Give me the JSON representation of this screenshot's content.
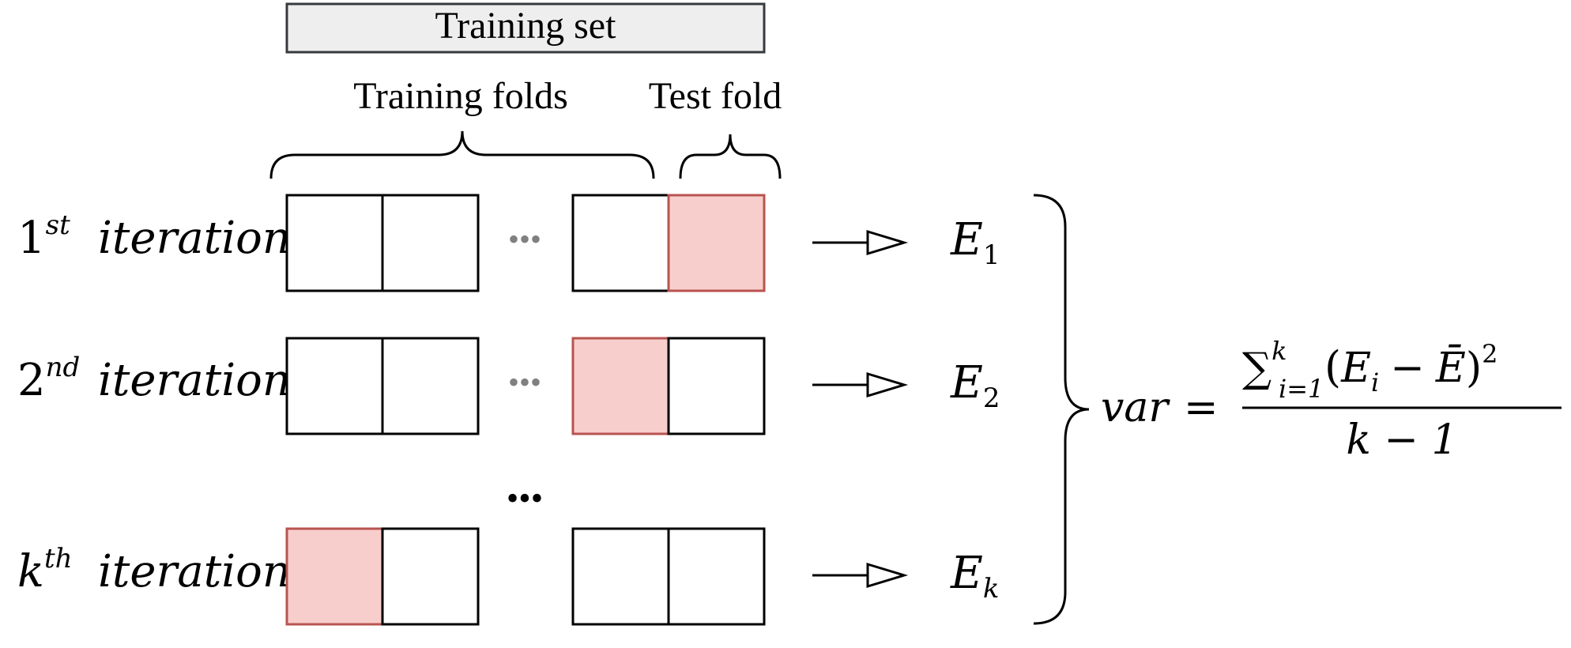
{
  "header": {
    "training_set": "Training set",
    "training_folds": "Training folds",
    "test_fold": "Test fold"
  },
  "iterations": [
    {
      "ordinal": "1",
      "suffix": "st",
      "word": "iteration",
      "error_base": "E",
      "error_sub": "1",
      "test_fold_index": 4
    },
    {
      "ordinal": "2",
      "suffix": "nd",
      "word": "iteration",
      "error_base": "E",
      "error_sub": "2",
      "test_fold_index": 3
    },
    {
      "ordinal": "k",
      "suffix": "th",
      "word": "iteration",
      "error_base": "E",
      "error_sub": "k",
      "test_fold_index": 1
    }
  ],
  "ellipsis": "•••",
  "formula": {
    "lhs": "var",
    "equals": "=",
    "sum_symbol": "∑",
    "sum_upper": "k",
    "sum_lower": "i=1",
    "open_paren": "(",
    "term_base": "E",
    "term_sub": "i",
    "minus": "−",
    "mean_symbol": "Ē",
    "close_paren": ")",
    "power": "2",
    "denominator": "k − 1"
  },
  "colors": {
    "test_fill": "#f8cecc",
    "test_stroke": "#b85450",
    "box_stroke": "#000000",
    "header_fill": "#eeeeee",
    "header_stroke": "#36393d",
    "ellipsis_gray": "#808080"
  }
}
